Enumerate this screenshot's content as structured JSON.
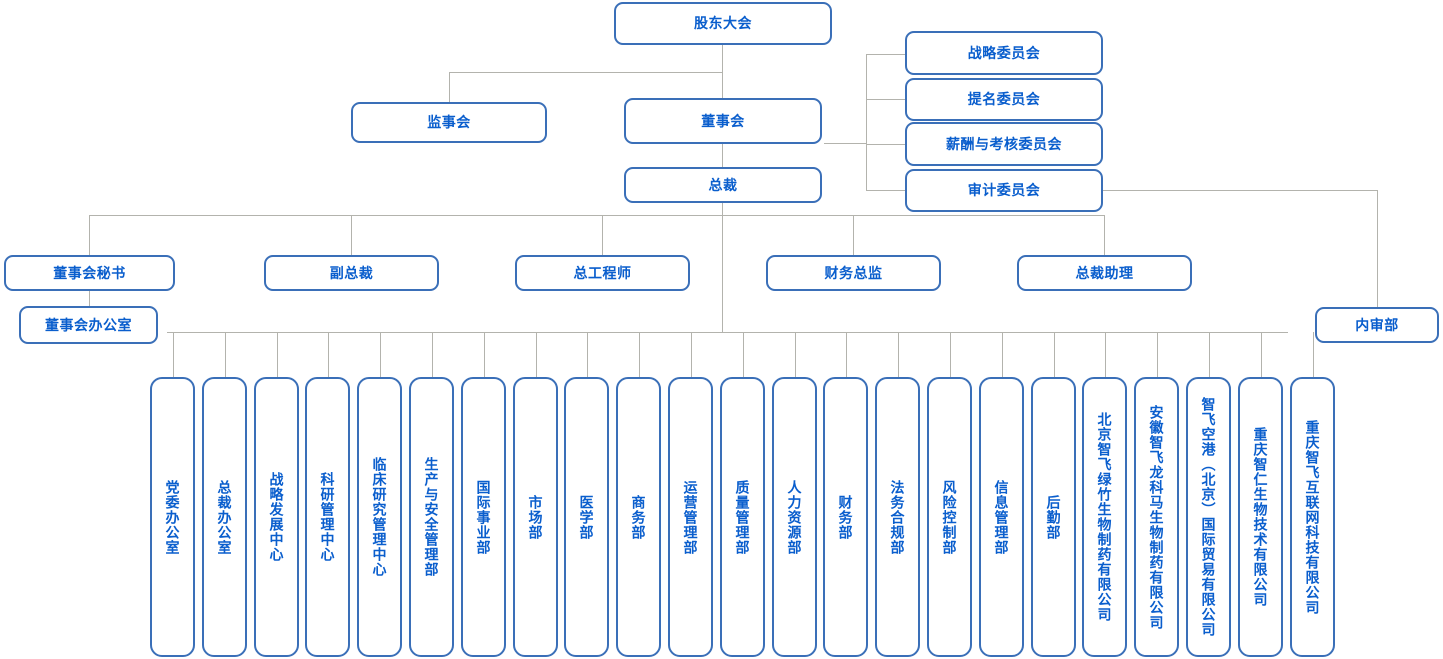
{
  "chart": {
    "title": "",
    "colors": {
      "box_border": "#3a6fb8",
      "box_text": "#0a5ecd",
      "connector": "#b3b3ad",
      "background": "#ffffff"
    }
  },
  "level1": {
    "shareholders_meeting": "股东大会"
  },
  "level2": {
    "board_of_supervisors": "监事会",
    "board_of_directors": "董事会",
    "president": "总裁"
  },
  "committees": [
    {
      "label": "战略委员会"
    },
    {
      "label": "提名委员会"
    },
    {
      "label": "薪酬与考核委员会"
    },
    {
      "label": "审计委员会"
    }
  ],
  "internal_audit": {
    "label": "内审部"
  },
  "executives": [
    {
      "label": "董事会秘书"
    },
    {
      "label": "副总裁"
    },
    {
      "label": "总工程师"
    },
    {
      "label": "财务总监"
    },
    {
      "label": "总裁助理"
    }
  ],
  "board_office": {
    "label": "董事会办公室"
  },
  "departments": [
    {
      "label": "党委办公室"
    },
    {
      "label": "总裁办公室"
    },
    {
      "label": "战略发展中心"
    },
    {
      "label": "科研管理中心"
    },
    {
      "label": "临床研究管理中心"
    },
    {
      "label": "生产与安全管理部"
    },
    {
      "label": "国际事业部"
    },
    {
      "label": "市场部"
    },
    {
      "label": "医学部"
    },
    {
      "label": "商务部"
    },
    {
      "label": "运营管理部"
    },
    {
      "label": "质量管理部"
    },
    {
      "label": "人力资源部"
    },
    {
      "label": "财务部"
    },
    {
      "label": "法务合规部"
    },
    {
      "label": "风险控制部"
    },
    {
      "label": "信息管理部"
    },
    {
      "label": "后勤部"
    },
    {
      "label": "北京智飞绿竹生物制药有限公司"
    },
    {
      "label": "安徽智飞龙科马生物制药有限公司"
    },
    {
      "label": "智飞空港（北京）国际贸易有限公司"
    },
    {
      "label": "重庆智仁生物技术有限公司"
    },
    {
      "label": "重庆智飞互联网科技有限公司"
    }
  ]
}
